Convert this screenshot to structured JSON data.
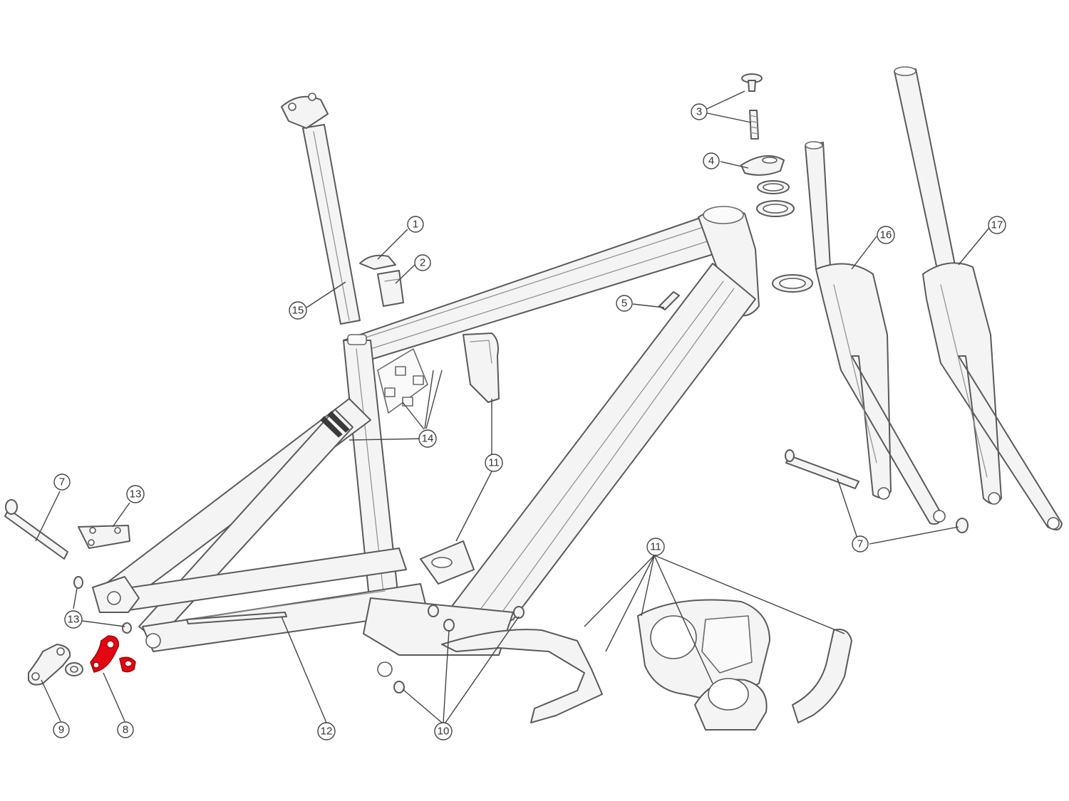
{
  "callouts": {
    "c1": "1",
    "c2": "2",
    "c3": "3",
    "c4": "4",
    "c5": "5",
    "c7a": "7",
    "c7b": "7",
    "c8": "8",
    "c9": "9",
    "c10": "10",
    "c11a": "11",
    "c11b": "11",
    "c12": "12",
    "c13a": "13",
    "c13b": "13",
    "c14": "14",
    "c15": "15",
    "c16": "16",
    "c17": "17"
  },
  "colors": {
    "highlight": "#e30613",
    "line": "#5a5a5a",
    "background": "#ffffff"
  },
  "highlighted_part": "8"
}
